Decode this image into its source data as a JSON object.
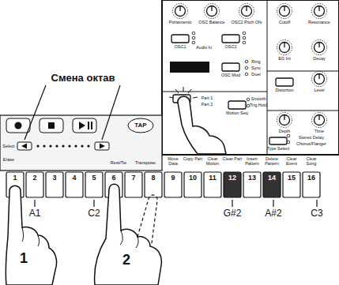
{
  "diagram": {
    "labels": [
      "Смена октав",
      "1",
      "2",
      "A1",
      "C2",
      "G#2",
      "A#2",
      "C3",
      "1",
      "2",
      "3",
      "4",
      "5",
      "6",
      "7",
      "8",
      "9",
      "10",
      "11",
      "12",
      "13",
      "14",
      "15",
      "16",
      "Portamento",
      "OSC Balance",
      "OSC2 Pitch Ofs",
      "Cutoff",
      "Resonance",
      "OSC1",
      "OSC2",
      "EG Int",
      "Decay",
      "Audio In",
      "OSC Mod",
      "Ring",
      "Sync",
      "Duet",
      "Distortion",
      "Level",
      "Part 1",
      "Part 2",
      "Motion Seq",
      "Smooth",
      "Trig Hold",
      "Depth",
      "Time",
      "Type Select",
      "Stereo Delay",
      "Chorus/Flanger",
      "TAP",
      "Select",
      "Erase",
      "Rest/Tie",
      "Transpose",
      "Move Data",
      "Copy Part",
      "Clear Motion",
      "Clear Part",
      "Insert Pattern",
      "Delete Pattern",
      "Clear Event",
      "Clear Song"
    ]
  }
}
